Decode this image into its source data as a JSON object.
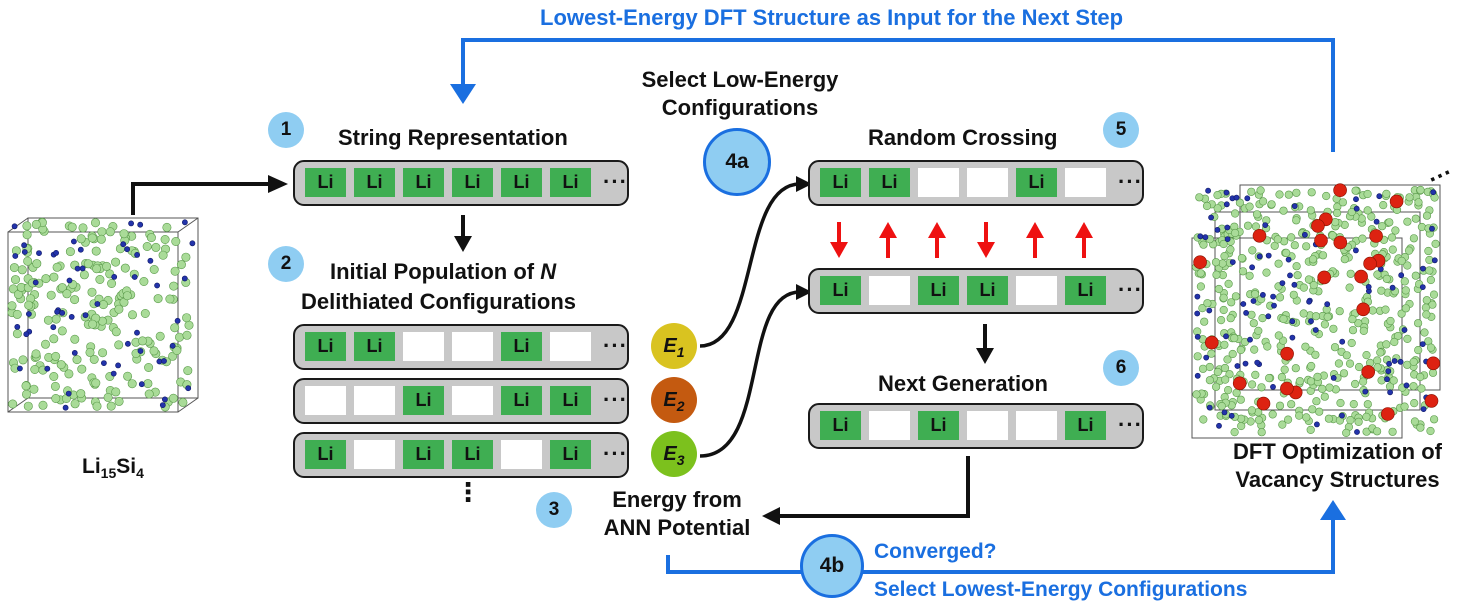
{
  "top_feedback": "Lowest-Energy DFT Structure as Input for the Next Step",
  "left_structure": {
    "formula": "Li15Si4",
    "label_base": "Li",
    "label_sub1": "15",
    "label_mid": "Si",
    "label_sub2": "4"
  },
  "steps": {
    "s1": {
      "num": "1",
      "title": "String Representation"
    },
    "s2": {
      "num": "2",
      "title_line1": "Initial Population of",
      "title_n": "N",
      "title_line2": "Delithiated Configurations"
    },
    "s3": {
      "num": "3",
      "line1": "Energy from",
      "line2": "ANN Potential"
    },
    "s4a": {
      "num": "4a",
      "line1": "Select Low-Energy",
      "line2": "Configurations"
    },
    "s4b": {
      "num": "4b",
      "line1": "Converged?",
      "line2": "Select Lowest-Energy Configurations"
    },
    "s5": {
      "num": "5",
      "title": "Random Crossing"
    },
    "s6": {
      "num": "6",
      "title": "Next Generation"
    }
  },
  "cell_label": "Li",
  "ellipsis": "···",
  "vertical_ellipsis": "⋮",
  "strings": {
    "representation": [
      1,
      1,
      1,
      1,
      1,
      1
    ],
    "population": [
      [
        1,
        1,
        0,
        0,
        1,
        0
      ],
      [
        0,
        0,
        1,
        0,
        1,
        1
      ],
      [
        1,
        0,
        1,
        1,
        0,
        1
      ]
    ],
    "parent_a": [
      1,
      1,
      0,
      0,
      1,
      0
    ],
    "parent_b": [
      1,
      0,
      1,
      1,
      0,
      1
    ],
    "next_gen": [
      1,
      0,
      1,
      0,
      0,
      1
    ]
  },
  "crossing_arrows": [
    "down",
    "up",
    "up",
    "down",
    "up",
    "up"
  ],
  "energies": [
    {
      "base": "E",
      "sub": "1",
      "color": "#d9c320"
    },
    {
      "base": "E",
      "sub": "2",
      "color": "#c45a10"
    },
    {
      "base": "E",
      "sub": "3",
      "color": "#7cc11d"
    }
  ],
  "right_structure": {
    "line1": "DFT Optimization of",
    "line2": "Vacancy Structures"
  },
  "colors": {
    "blue": "#1a6fe0",
    "li_green": "#3fae52",
    "strip_gray": "#c8c8c8",
    "badge": "#8fcdf2",
    "cross_red": "#ee1111",
    "atom_green": "#a9db98",
    "atom_blue": "#2233aa",
    "atom_red": "#dd2211"
  }
}
